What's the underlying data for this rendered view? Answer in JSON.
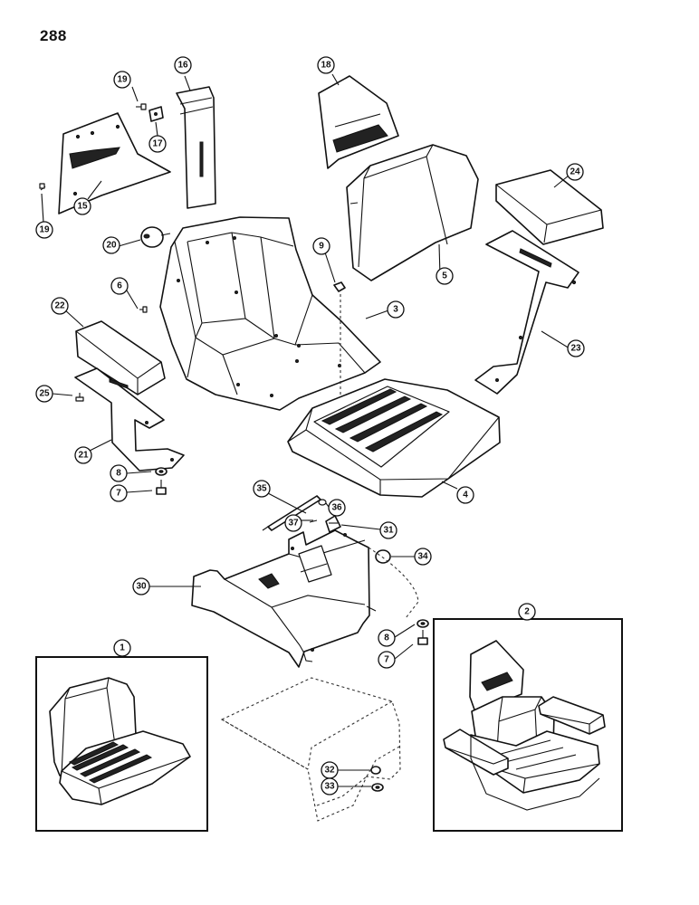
{
  "page": {
    "number": "288"
  },
  "callouts": [
    {
      "id": "c1",
      "label": "1"
    },
    {
      "id": "c2",
      "label": "2"
    },
    {
      "id": "c3",
      "label": "3"
    },
    {
      "id": "c4",
      "label": "4"
    },
    {
      "id": "c5",
      "label": "5"
    },
    {
      "id": "c6",
      "label": "6"
    },
    {
      "id": "c7a",
      "label": "7"
    },
    {
      "id": "c7b",
      "label": "7"
    },
    {
      "id": "c8a",
      "label": "8"
    },
    {
      "id": "c8b",
      "label": "8"
    },
    {
      "id": "c9",
      "label": "9"
    },
    {
      "id": "c15",
      "label": "15"
    },
    {
      "id": "c16",
      "label": "16"
    },
    {
      "id": "c17",
      "label": "17"
    },
    {
      "id": "c18",
      "label": "18"
    },
    {
      "id": "c19a",
      "label": "19"
    },
    {
      "id": "c19b",
      "label": "19"
    },
    {
      "id": "c20",
      "label": "20"
    },
    {
      "id": "c21",
      "label": "21"
    },
    {
      "id": "c22",
      "label": "22"
    },
    {
      "id": "c23",
      "label": "23"
    },
    {
      "id": "c24",
      "label": "24"
    },
    {
      "id": "c25",
      "label": "25"
    },
    {
      "id": "c30",
      "label": "30"
    },
    {
      "id": "c31",
      "label": "31"
    },
    {
      "id": "c32",
      "label": "32"
    },
    {
      "id": "c33",
      "label": "33"
    },
    {
      "id": "c34",
      "label": "34"
    },
    {
      "id": "c35",
      "label": "35"
    },
    {
      "id": "c36",
      "label": "36"
    },
    {
      "id": "c37",
      "label": "37"
    }
  ]
}
